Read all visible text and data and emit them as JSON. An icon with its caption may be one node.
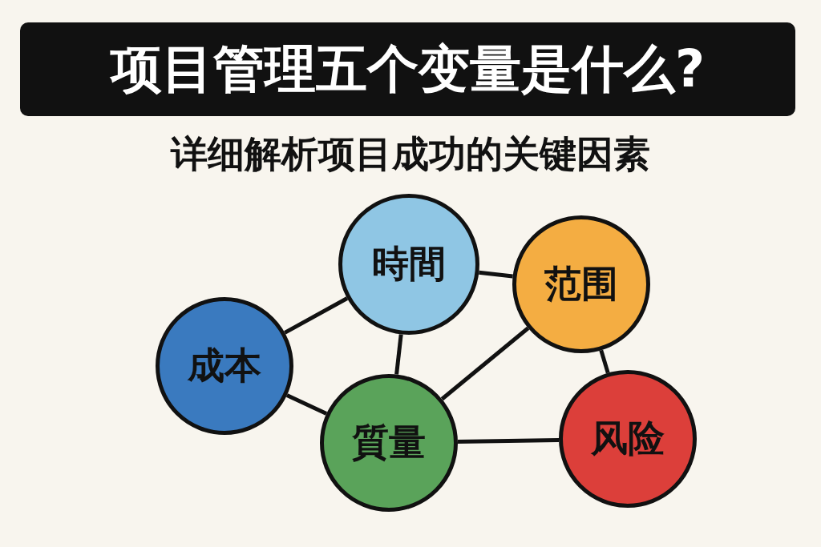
{
  "diagram": {
    "title": "项目管理五个变量是什么?",
    "nodes": [
      {
        "text": [
          "時間"
        ]
      },
      {
        "text": [
          "范围"
        ]
      },
      {
        "text": [
          "成本"
        ]
      },
      {
        "text": [
          "質量"
        ]
      },
      {
        "text": [
          "风险"
        ]
      }
    ],
    "edges": [
      {
        "from": 0,
        "to": 2,
        "arrow": "none"
      },
      {
        "from": 0,
        "to": 1,
        "arrow": "none"
      },
      {
        "from": 0,
        "to": 3,
        "arrow": "none"
      },
      {
        "from": 2,
        "to": 3,
        "arrow": "none"
      },
      {
        "from": 1,
        "to": 3,
        "arrow": "none"
      },
      {
        "from": 1,
        "to": 4,
        "arrow": "none"
      },
      {
        "from": 3,
        "to": 4,
        "arrow": "none"
      }
    ],
    "labels": [
      "详细解析项目成功的关键因素"
    ]
  }
}
